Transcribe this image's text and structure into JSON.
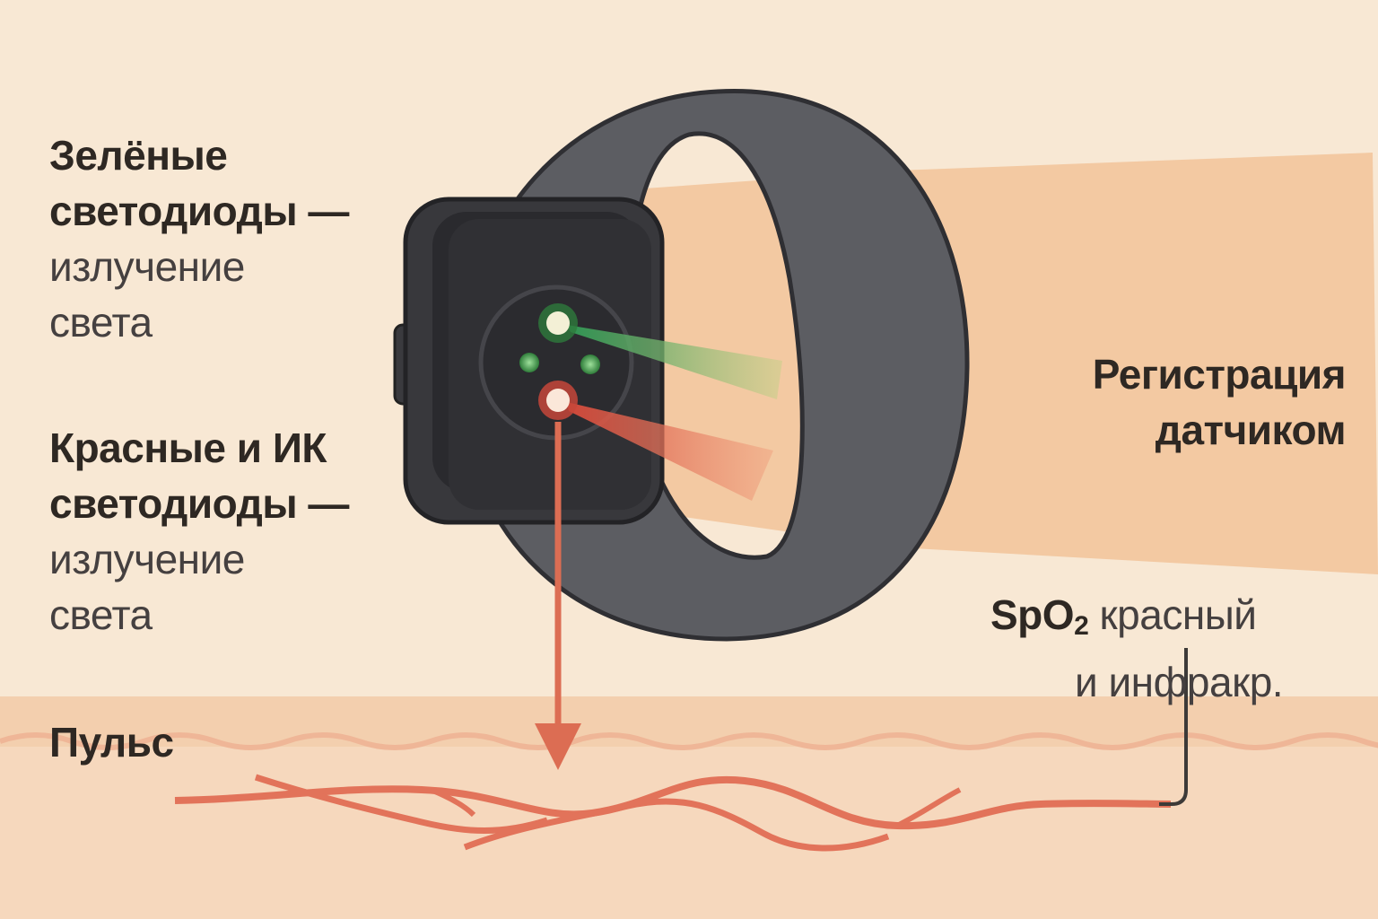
{
  "labels": {
    "green_leds": {
      "line1": "Зелёные",
      "line2": "светодиоды —",
      "line3": "излучение",
      "line4": "света"
    },
    "red_ir_leds": {
      "line1": "Красные и ИК",
      "line2": "светодиоды —",
      "line3": "излучение",
      "line4": "света"
    },
    "pulse": "Пульс",
    "sensor": {
      "line1": "Регистрация",
      "line2": "датчиком"
    },
    "spo2": {
      "prefix": "SpO",
      "subscript": "2",
      "suffix": " красный",
      "line2": "и инфракр."
    }
  },
  "colors": {
    "background": "#f8e8d4",
    "skin_layer": "#f6d8bd",
    "skin_band": "#f2cba6",
    "arm": "#f3c9a2",
    "watch_band": "#5c5d62",
    "watch_case": "#3b3b3f",
    "green_led": "#3f9a45",
    "red_led": "#e06a4e",
    "vessel": "#e2735a"
  }
}
